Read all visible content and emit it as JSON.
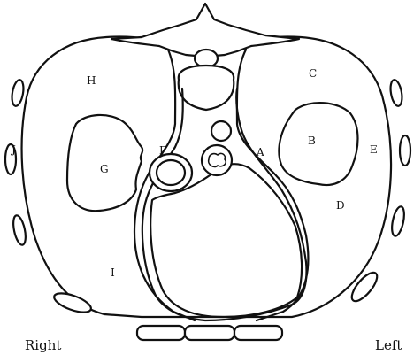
{
  "labels": {
    "a": "A",
    "b": "B",
    "c": "C",
    "d": "D",
    "e": "E",
    "f": "F",
    "g": "G",
    "h": "H",
    "i": "I",
    "j": "J"
  },
  "orientation": {
    "right": "Right",
    "left": "Left"
  }
}
